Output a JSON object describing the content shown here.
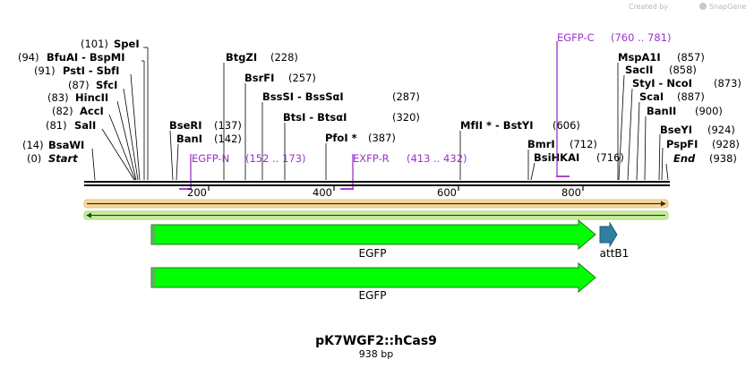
{
  "credit": {
    "text": "Created by",
    "brand": "SnapGene"
  },
  "title": "pK7WGF2::hCas9",
  "length_label": "938 bp",
  "ruler": {
    "total_bp": 938,
    "ticks": [
      "200",
      "400",
      "600",
      "800"
    ]
  },
  "enzymes_left": [
    {
      "pos": "(101)",
      "name": "SpeI"
    },
    {
      "pos": "(94)",
      "name": "BfuAI  -  BspMI"
    },
    {
      "pos": "(91)",
      "name": "PstI  -  SbfI"
    },
    {
      "pos": "(87)",
      "name": "SfcI"
    },
    {
      "pos": "(83)",
      "name": "HincII"
    },
    {
      "pos": "(82)",
      "name": "AccI"
    },
    {
      "pos": "(81)",
      "name": "SalI"
    },
    {
      "pos": "(14)",
      "name": "BsaWI"
    },
    {
      "pos": "(0)",
      "name": "Start"
    }
  ],
  "enzymes_mid": [
    {
      "name": "BtgZI",
      "pos": "(228)"
    },
    {
      "name": "BsrFI",
      "pos": "(257)"
    },
    {
      "name": "BssSI  -  BssSαI",
      "pos": "(287)"
    },
    {
      "name": "BtsI  -  BtsαI",
      "pos": "(320)"
    },
    {
      "name": "BseRI",
      "pos": "(137)"
    },
    {
      "name": "BanI",
      "pos": "(142)"
    },
    {
      "name": "PfoI *",
      "pos": "(387)"
    },
    {
      "name": "MfII *  -  BstYI",
      "pos": "(606)"
    },
    {
      "name": "BmrI",
      "pos": "(712)"
    },
    {
      "name": "BsiHKAI",
      "pos": "(716)"
    }
  ],
  "enzymes_right": [
    {
      "name": "MspA1I",
      "pos": "(857)"
    },
    {
      "name": "SacII",
      "pos": "(858)"
    },
    {
      "name": "StyI  -  NcoI",
      "pos": "(873)"
    },
    {
      "name": "ScaI",
      "pos": "(887)"
    },
    {
      "name": "BanII",
      "pos": "(900)"
    },
    {
      "name": "BseYI",
      "pos": "(924)"
    },
    {
      "name": "PspFI",
      "pos": "(928)"
    },
    {
      "name": "End",
      "pos": "(938)"
    }
  ],
  "primers": [
    {
      "name": "EGFP-N",
      "range": "(152 .. 173)"
    },
    {
      "name": "EXFP-R",
      "range": "(413 .. 432)"
    },
    {
      "name": "EGFP-C",
      "range": "(760 .. 781)"
    }
  ],
  "features": [
    {
      "label": "EGFP",
      "color": "#00ff00"
    },
    {
      "label": "attB1",
      "color": "#2e7fa0"
    },
    {
      "label": "EGFP",
      "color": "#00ff00"
    }
  ],
  "colors": {
    "primer": "#9933cc",
    "orf_fwd": "#f5a623",
    "orf_rev": "#7fd321"
  }
}
